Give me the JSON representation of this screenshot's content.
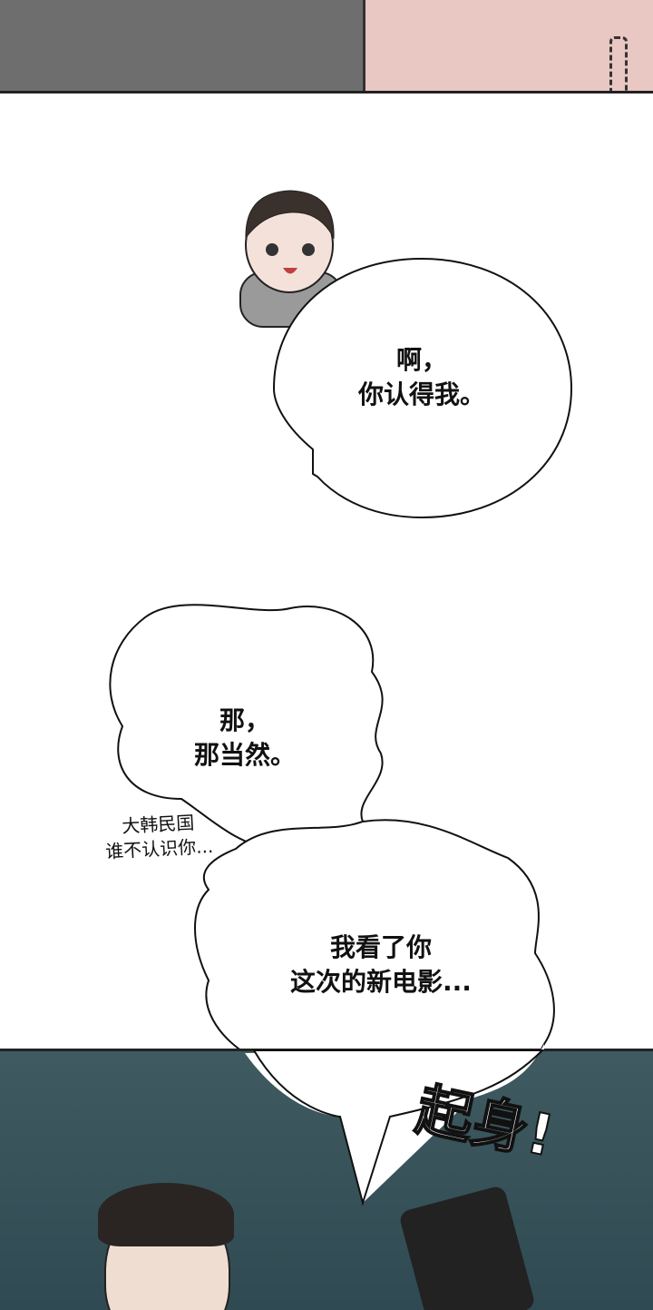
{
  "bubbles": {
    "speech1": {
      "line1": "啊，",
      "line2": "你认得我。"
    },
    "thought1": {
      "line1": "那，",
      "line2": "那当然。"
    },
    "aside": {
      "line1": "大韩民国",
      "line2": "谁不认识你..."
    },
    "thought2": {
      "line1": "我看了你",
      "line2": "这次的新电影..."
    }
  },
  "sfx": {
    "text": "起身!"
  },
  "colors": {
    "panel_bg": "#3f5a60",
    "skin": "#f2d9cf",
    "hair": "#2a2522"
  }
}
